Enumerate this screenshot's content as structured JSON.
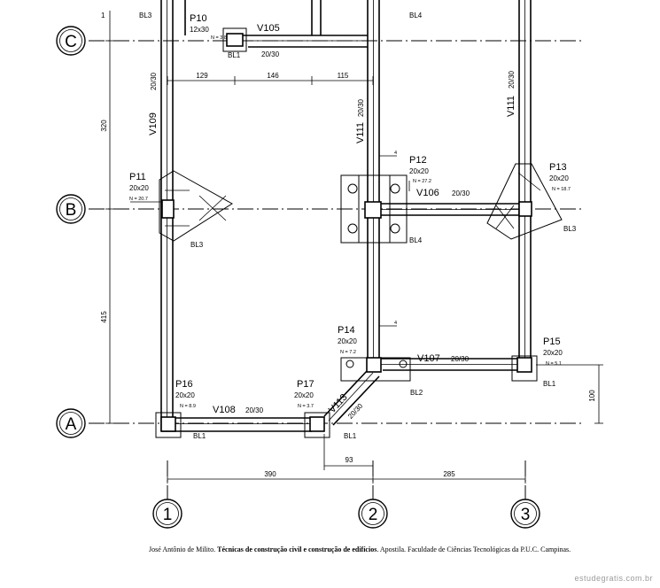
{
  "axes": {
    "rows": [
      "C",
      "B",
      "A"
    ],
    "columns": [
      "1",
      "2",
      "3"
    ]
  },
  "dimensions": {
    "top": [
      "129",
      "146",
      "115"
    ],
    "left": [
      "320",
      "415"
    ],
    "bottom": [
      "390",
      "285"
    ],
    "offset_93": "93",
    "right_100": "100",
    "mark_4_upper": "4",
    "mark_4_lower": "4"
  },
  "pillars": {
    "p10": {
      "name": "P10",
      "size": "12x30",
      "load": "N = 3.8"
    },
    "p11": {
      "name": "P11",
      "size": "20x20",
      "load": "N = 20.7"
    },
    "p12": {
      "name": "P12",
      "size": "20x20",
      "load": "N = 27.2"
    },
    "p13": {
      "name": "P13",
      "size": "20x20",
      "load": "N = 18.7"
    },
    "p14": {
      "name": "P14",
      "size": "20x20",
      "load": "N = 7.2"
    },
    "p15": {
      "name": "P15",
      "size": "20x20",
      "load": "N = 5.1"
    },
    "p16": {
      "name": "P16",
      "size": "20x20",
      "load": "N = 8.9"
    },
    "p17": {
      "name": "P17",
      "size": "20x20",
      "load": "N = 3.7"
    }
  },
  "beams": {
    "v105": {
      "name": "V105",
      "size": "20/30"
    },
    "v106": {
      "name": "V106",
      "size": "20/30"
    },
    "v107": {
      "name": "V107",
      "size": "20/30"
    },
    "v108": {
      "name": "V108",
      "size": "20/30"
    },
    "v109": {
      "name": "V109",
      "size": "20/30"
    },
    "v111a": {
      "name": "V111",
      "size": "20/30"
    },
    "v111b": {
      "name": "V111",
      "size": "20/30"
    },
    "v113": {
      "name": "V113",
      "size": "20/30"
    }
  },
  "blocks": {
    "bl3_top": "BL3",
    "bl4_top": "BL4",
    "bl1_p10": "BL1",
    "bl3_p11": "BL3",
    "bl4_p12": "BL4",
    "bl3_p13": "BL3",
    "bl2_p14": "BL2",
    "bl1_p15": "BL1",
    "bl1_p16": "BL1",
    "bl1_p17": "BL1",
    "mark_1": "1"
  },
  "caption": {
    "author": "José Antônio de Milito.",
    "title": "Técnicas de construção civil e construção de edifícios",
    "rest": ". Apostila. Faculdade de Ciências Tecnológicas da P.U.C. Campinas."
  },
  "watermark": "estudegratis.com.br"
}
